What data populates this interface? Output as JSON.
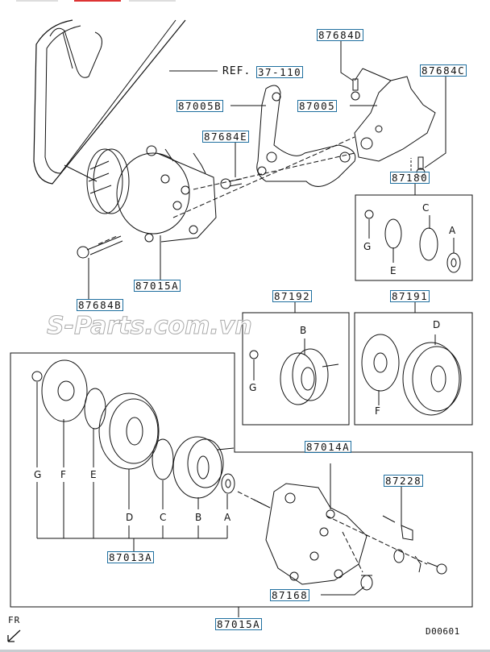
{
  "diagram": {
    "ref_prefix": "REF.",
    "ref_number": "37-110",
    "diagram_code": "D00601",
    "direction_label": "FR",
    "watermark": "S-Parts.com.vn",
    "parts": {
      "p87684D": "87684D",
      "p87684C": "87684C",
      "p87005B": "87005B",
      "p87005": "87005",
      "p87684E": "87684E",
      "p87180": "87180",
      "p87015A_top": "87015A",
      "p87684B": "87684B",
      "p87192": "87192",
      "p87191": "87191",
      "p87014A": "87014A",
      "p87228": "87228",
      "p87013A": "87013A",
      "p87168": "87168",
      "p87015A_bottom": "87015A"
    },
    "letters": {
      "A": "A",
      "B": "B",
      "C": "C",
      "D": "D",
      "E": "E",
      "F": "F",
      "G": "G"
    }
  }
}
